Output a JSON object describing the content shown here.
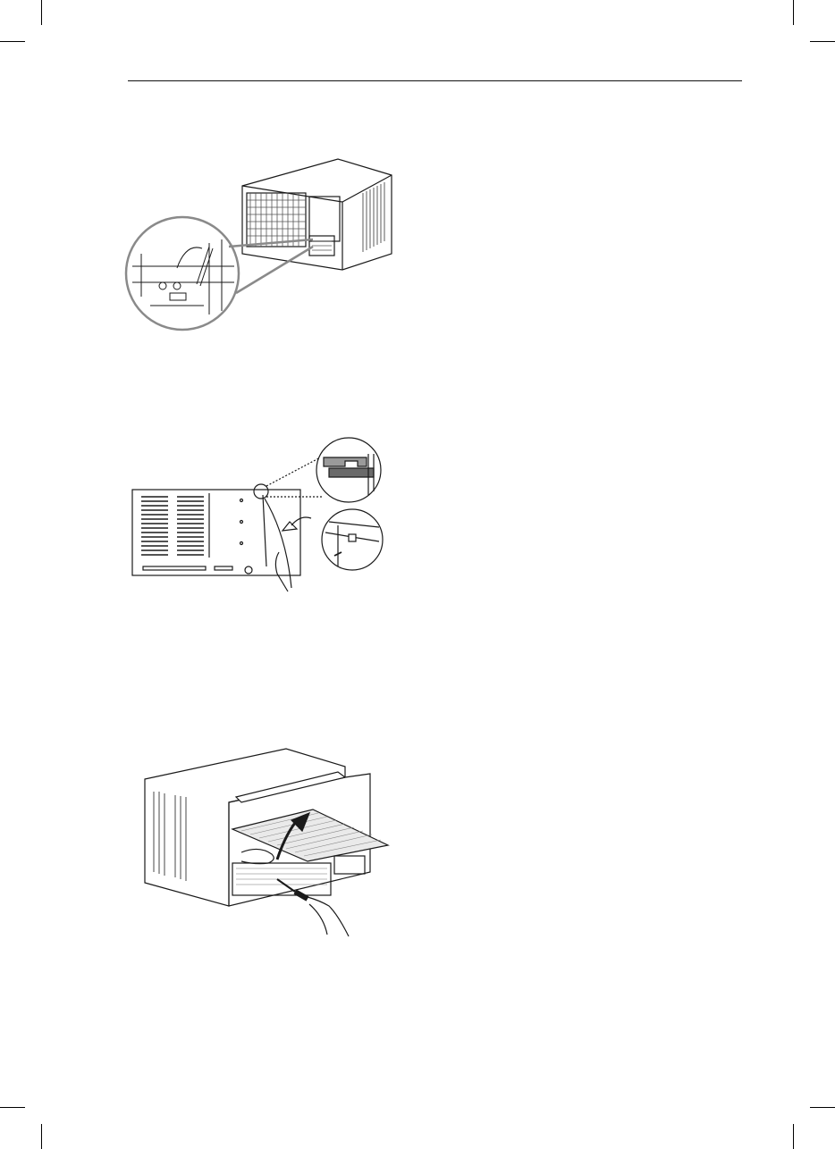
{
  "page": {
    "figures": [
      {
        "id": "fig1",
        "icon": "unit-detail-magnifier-illustration"
      },
      {
        "id": "fig2",
        "icon": "front-grille-latch-illustration"
      },
      {
        "id": "fig3",
        "icon": "filter-removal-screwdriver-illustration"
      }
    ],
    "colors": {
      "ink": "#1a1a1a",
      "paper": "#ffffff",
      "gray": "#8a8a8a"
    }
  }
}
